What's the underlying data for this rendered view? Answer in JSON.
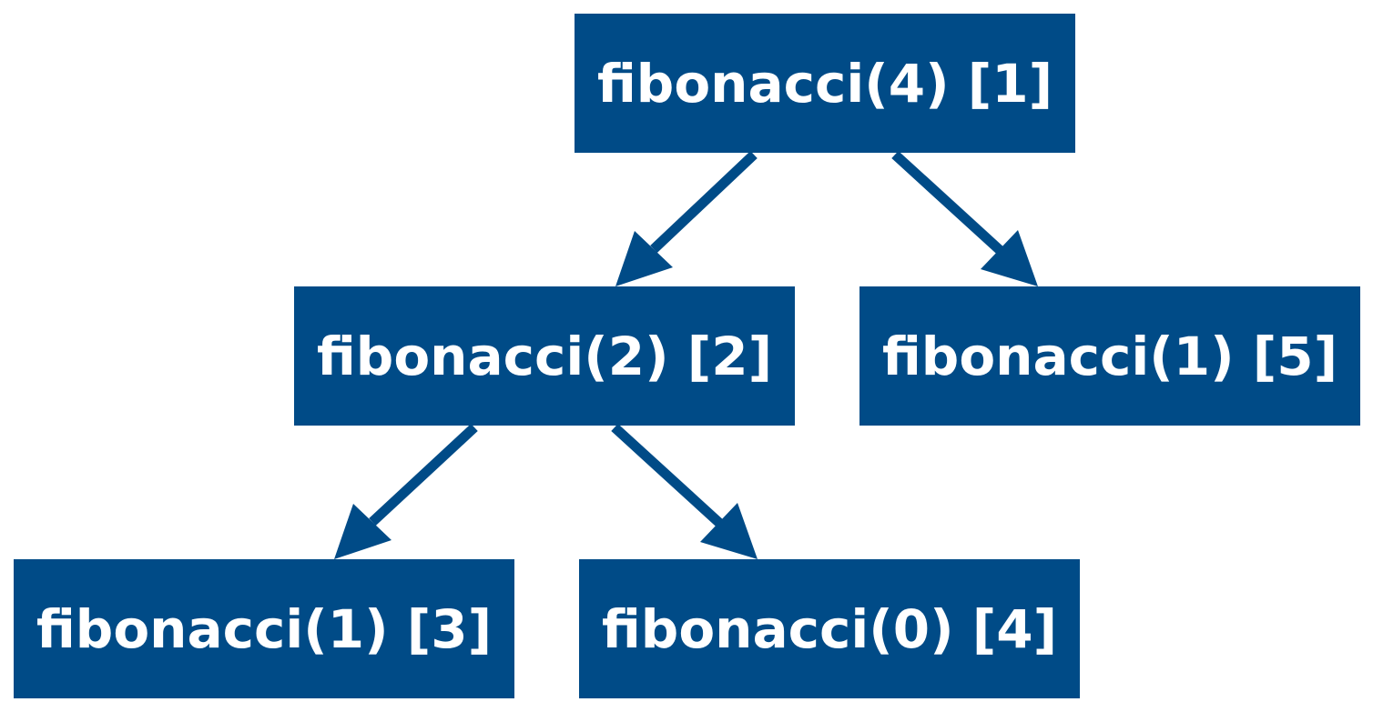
{
  "diagram": {
    "node_color": "#004b87",
    "text_color": "#ffffff",
    "edge_color": "#004b87",
    "nodes": {
      "n1": {
        "label": "fibonacci(4) [1]"
      },
      "n2": {
        "label": "fibonacci(2) [2]"
      },
      "n3": {
        "label": "fibonacci(1) [3]"
      },
      "n4": {
        "label": "fibonacci(0) [4]"
      },
      "n5": {
        "label": "fibonacci(1) [5]"
      }
    },
    "edges": [
      {
        "from": "n1",
        "to": "n2"
      },
      {
        "from": "n1",
        "to": "n5"
      },
      {
        "from": "n2",
        "to": "n3"
      },
      {
        "from": "n2",
        "to": "n4"
      }
    ]
  }
}
